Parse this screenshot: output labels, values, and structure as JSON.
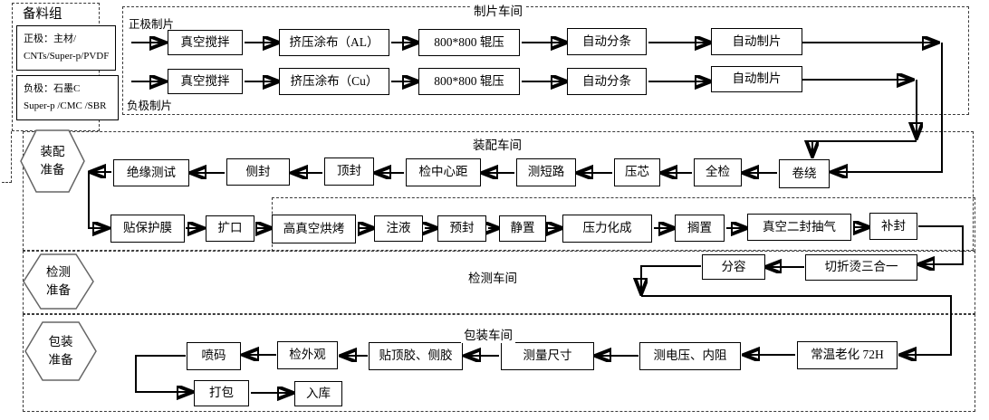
{
  "sections": {
    "preparation": {
      "title": "备料组",
      "cathode_line1": "正极：主材/",
      "cathode_line2": "CNTs/Super-p/PVDF",
      "anode_line1": "负极：石墨C",
      "anode_line2": "Super-p /CMC /SBR"
    },
    "sheeting": {
      "title": "制片车间",
      "cathode_row_label": "正极制片",
      "anode_row_label": "负极制片"
    },
    "assembly": {
      "title": "装配车间",
      "hex_line1": "装配",
      "hex_line2": "准备"
    },
    "testing": {
      "title": "检测车间",
      "hex_line1": "检测",
      "hex_line2": "准备"
    },
    "packaging": {
      "title": "包装车间",
      "hex_line1": "包装",
      "hex_line2": "准备"
    }
  },
  "nodes": {
    "vacuum_mix_1": "真空搅拌",
    "vacuum_mix_2": "真空搅拌",
    "coating_al": "挤压涂布（AL）",
    "coating_cu": "挤压涂布（Cu）",
    "roll_press_1": "800*800 辊压",
    "roll_press_2": "800*800 辊压",
    "slitting_1": "自动分条",
    "slitting_2": "自动分条",
    "sheet_making_1": "自动制片",
    "sheet_making_2": "自动制片",
    "winding": "卷绕",
    "full_inspection": "全检",
    "core_pressing": "压芯",
    "short_circuit_test": "测短路",
    "center_distance_check": "检中心距",
    "top_seal": "顶封",
    "side_seal": "侧封",
    "insulation_test": "绝缘测试",
    "protective_film": "贴保护膜",
    "flaring": "扩口",
    "high_vacuum_baking": "高真空烘烤",
    "injection": "注液",
    "pre_seal": "预封",
    "standing": "静置",
    "pressure_formation": "压力化成",
    "resting": "搁置",
    "vacuum_second_seal": "真空二封抽气",
    "supplement_seal": "补封",
    "cut_fold_iron_3in1": "切折烫三合一",
    "capacity_grading": "分容",
    "room_temp_aging": "常温老化 72H",
    "voltage_ir_test": "测电压、内阻",
    "size_measurement": "测量尺寸",
    "top_side_tape": "贴顶胶、侧胶",
    "appearance_check": "检外观",
    "inkjet_coding": "喷码",
    "packing": "打包",
    "warehousing": "入库"
  },
  "colors": {
    "line": "#000000",
    "dashed_border": "#3a3a3a",
    "background": "#ffffff"
  }
}
